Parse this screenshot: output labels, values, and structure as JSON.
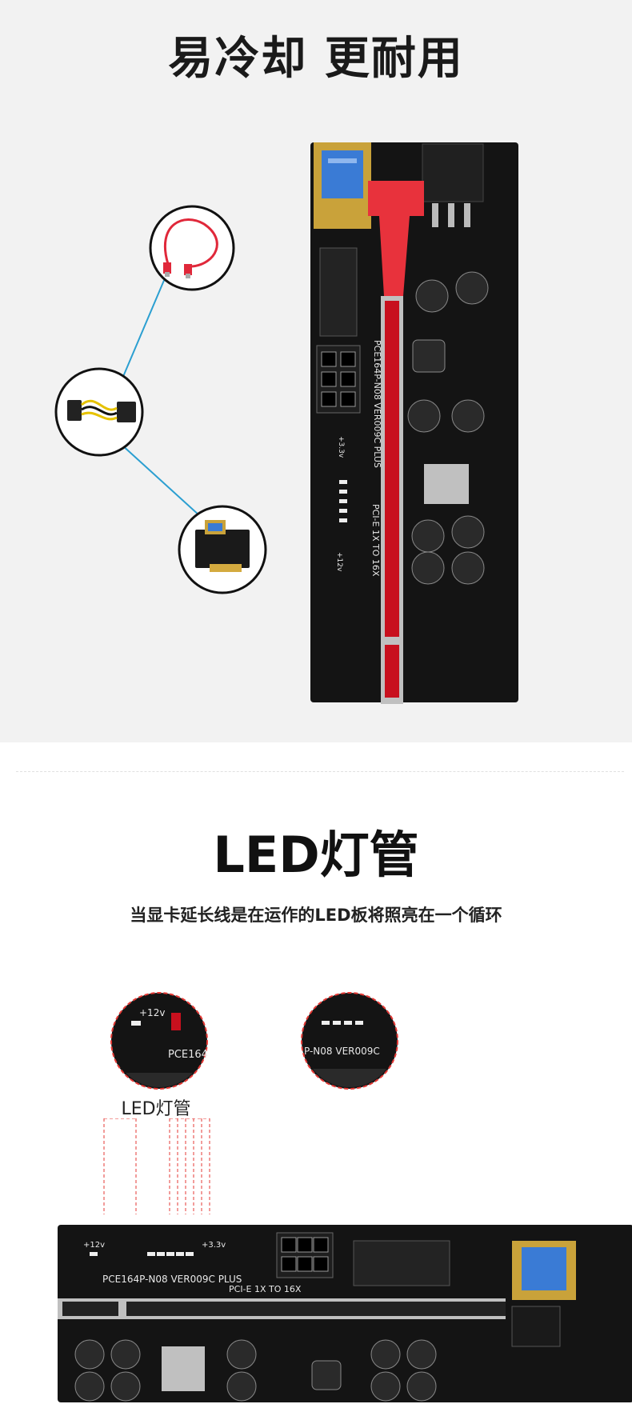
{
  "section1": {
    "title": "易冷却   更耐用",
    "board_labels": {
      "pci": "PCI-E 1X TO 16X",
      "model": "PCE164P-N08  VER009C  PLUS",
      "v33": "+3.3v",
      "v12": "+12v"
    }
  },
  "section2": {
    "title": "LED灯管",
    "subtitle": "当显卡延长线是在运作的LED板将照亮在一个循环",
    "led_caption": "LED灯管",
    "zoom_left": {
      "v12": "+12v",
      "label": "PCE164"
    },
    "zoom_right": {
      "label": "P-N08  VER009C"
    },
    "board_labels": {
      "model": "PCE164P-N08    VER009C  PLUS",
      "pci": "PCI-E 1X TO 16X",
      "v12": "+12v",
      "v33": "+3.3v"
    }
  },
  "colors": {
    "pcb": "#141414",
    "slot_red": "#c8101e",
    "latch_red": "#e8323c",
    "gold": "#c9a23a",
    "usb_blue": "#3a7bd5",
    "connector_line": "#2b9fd1",
    "dashed_red": "#e53935"
  }
}
